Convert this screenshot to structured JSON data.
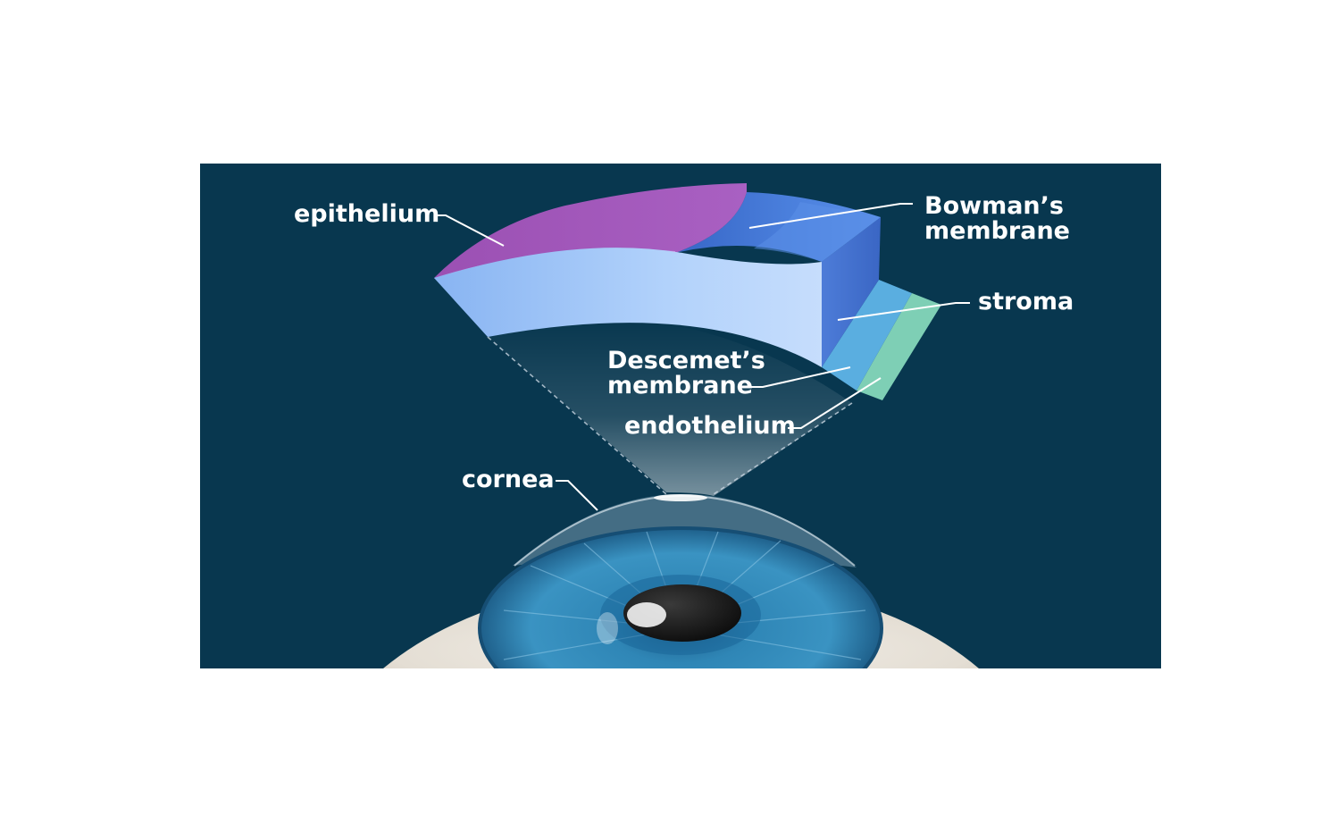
{
  "diagram": {
    "colors": {
      "background": "#08374f",
      "epithelium": "#a45ab8",
      "bowmans_membrane": "#3f6fd0",
      "stroma": "#93bdf6",
      "descemets_membrane": "#5aaee0",
      "endothelium": "#7ecfb5",
      "iris": "#2f7fb0",
      "sclera": "#e9e4dc",
      "label_text": "#ffffff"
    },
    "labels": {
      "epithelium": "epithelium",
      "bowmans_line1": "Bowman’s",
      "bowmans_line2": "membrane",
      "stroma": "stroma",
      "descemets_line1": "Descemet’s",
      "descemets_line2": "membrane",
      "endothelium": "endothelium",
      "cornea": "cornea"
    }
  }
}
